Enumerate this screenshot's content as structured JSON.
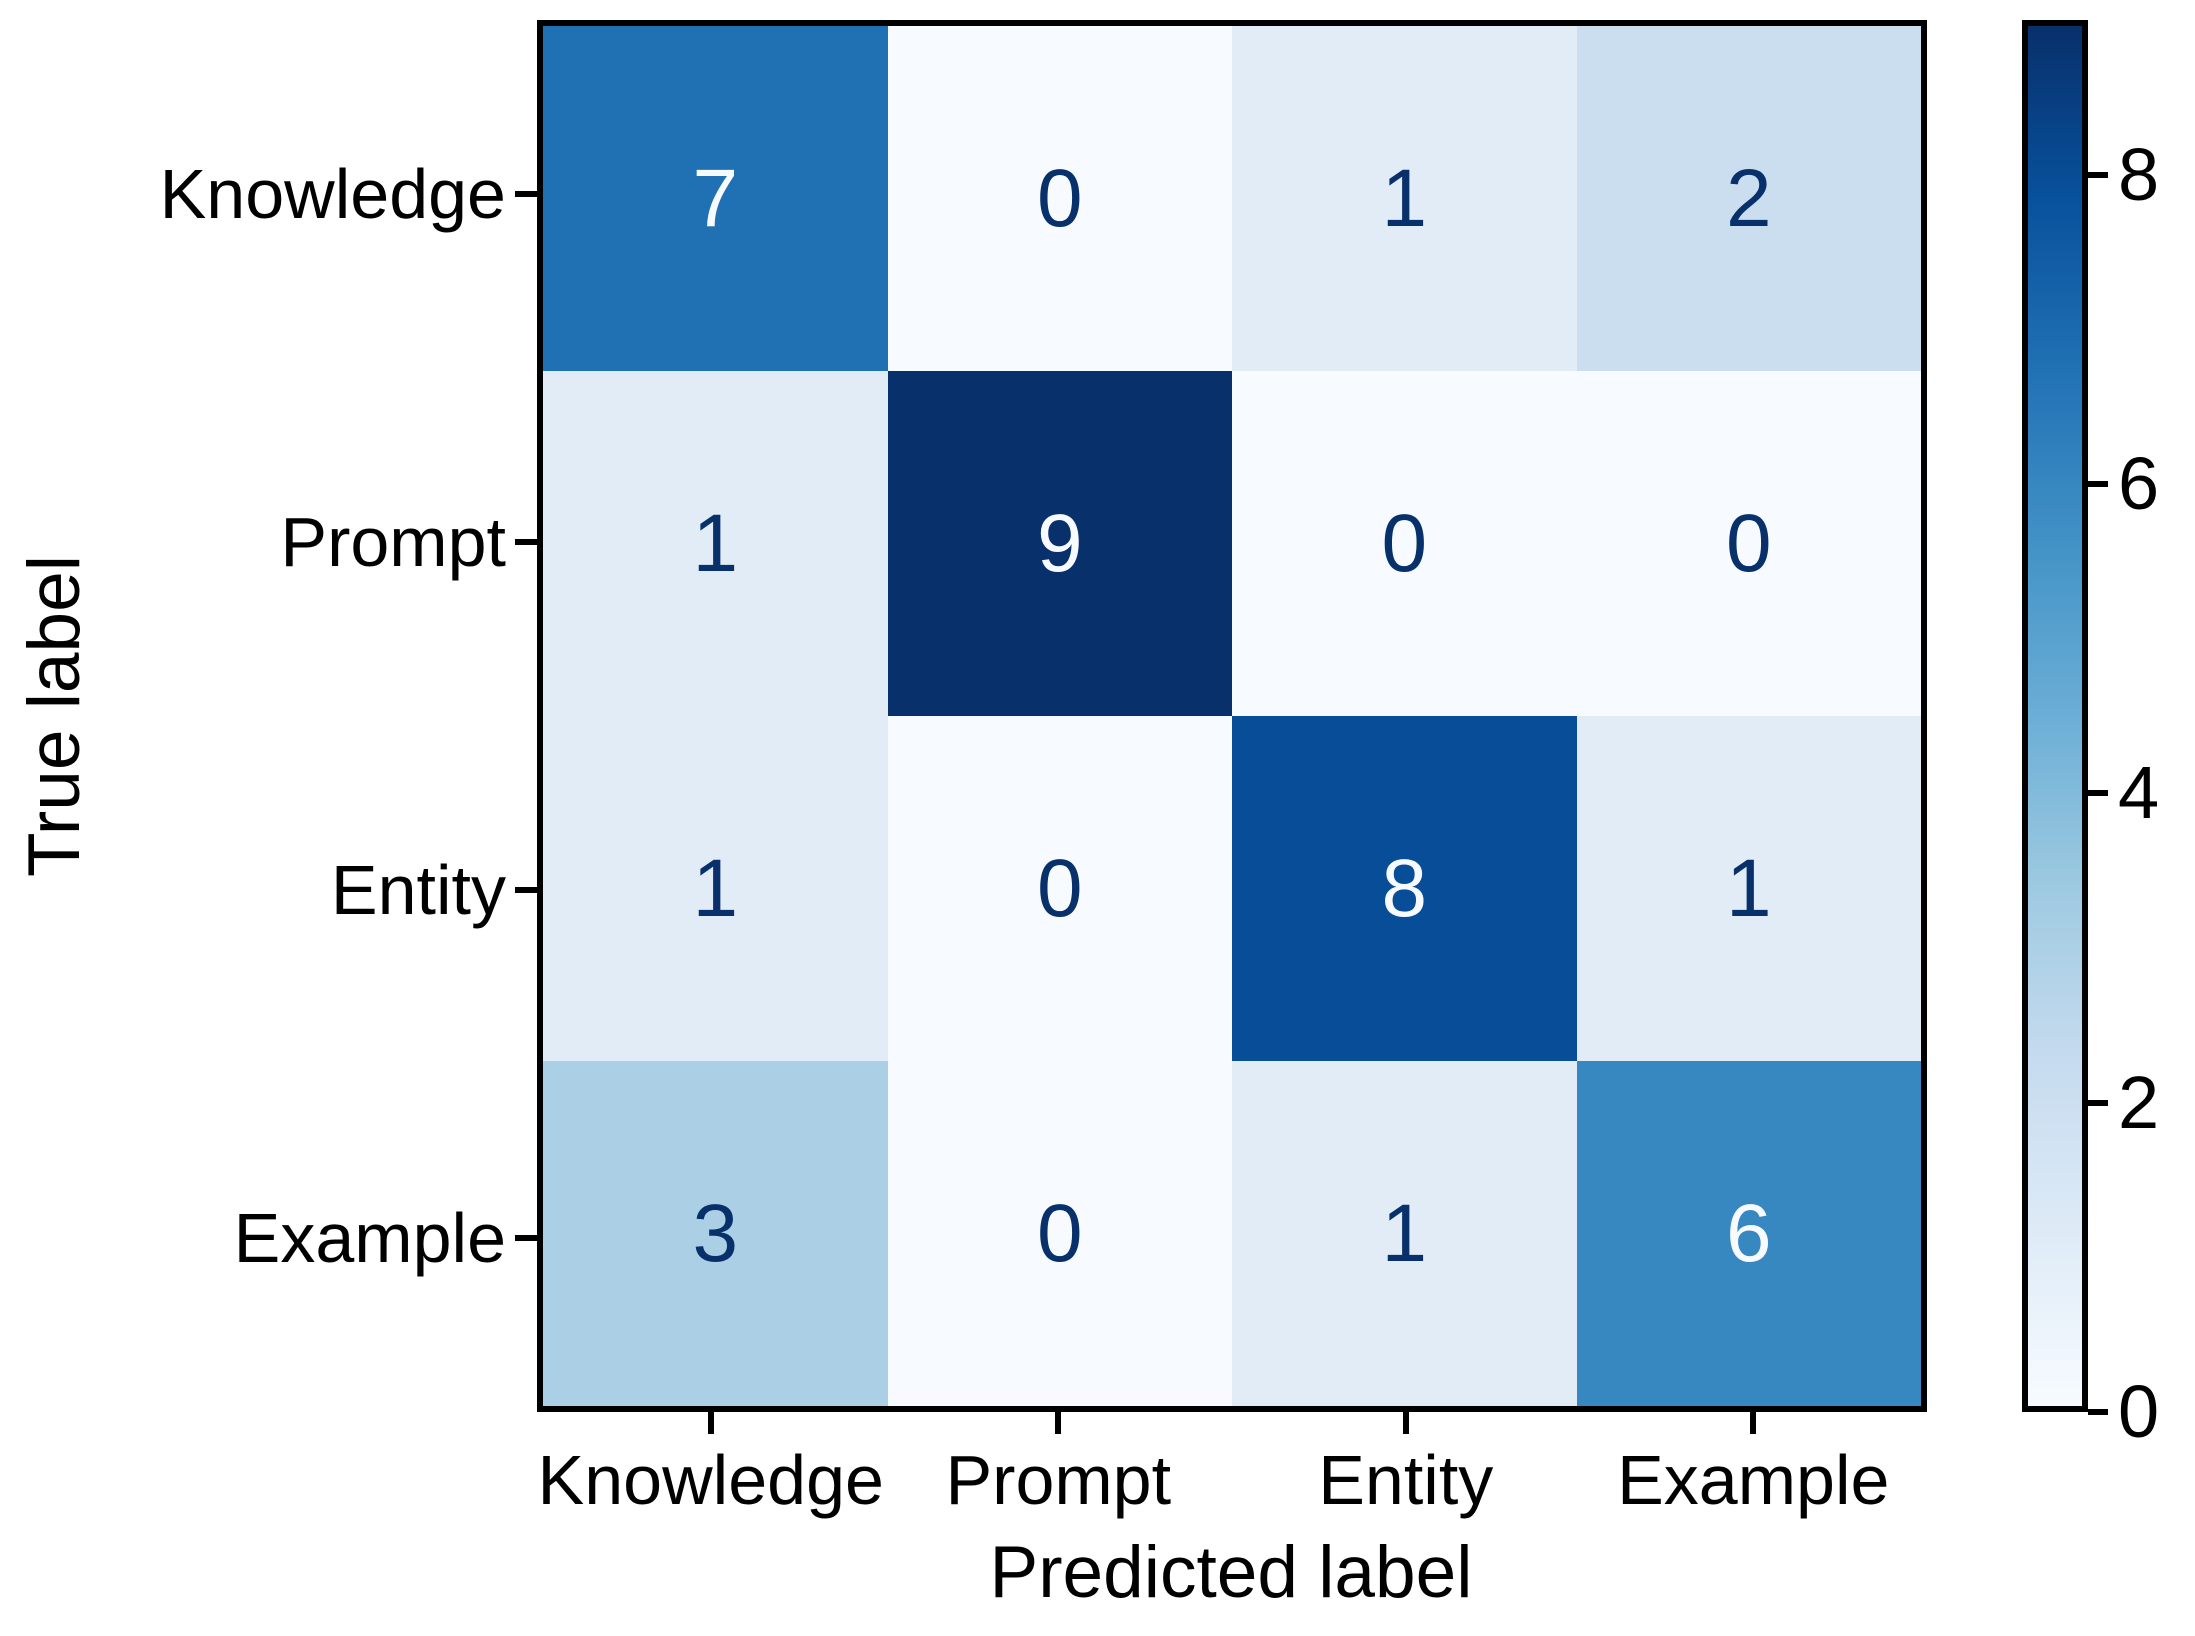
{
  "chart_data": {
    "type": "heatmap",
    "title": "",
    "xlabel": "Predicted label",
    "ylabel": "True label",
    "x_categories": [
      "Knowledge",
      "Prompt",
      "Entity",
      "Example"
    ],
    "y_categories": [
      "Knowledge",
      "Prompt",
      "Entity",
      "Example"
    ],
    "matrix": [
      [
        7,
        0,
        1,
        2
      ],
      [
        1,
        9,
        0,
        0
      ],
      [
        1,
        0,
        8,
        1
      ],
      [
        3,
        0,
        1,
        6
      ]
    ],
    "vmin": 0,
    "vmax": 9,
    "colormap": "Blues",
    "colorbar_ticks": [
      0,
      2,
      4,
      6,
      8
    ],
    "legend_position": "right-colorbar",
    "grid": false,
    "value_colors": {
      "0": "#f7fbff",
      "1": "#e2ecf7",
      "2": "#cbdeef",
      "3": "#abd0e6",
      "6": "#3787c0",
      "7": "#2070b4",
      "8": "#084d97",
      "9": "#08306b"
    },
    "annotation_color_dark": "#08306b",
    "annotation_color_light": "#f7fbff",
    "axis_color": "#000000",
    "colorbar_gradient": [
      "#f7fbff",
      "#deebf7",
      "#c6dbef",
      "#9ecae1",
      "#6baed6",
      "#4292c6",
      "#2171b5",
      "#08519c",
      "#08306b"
    ]
  }
}
